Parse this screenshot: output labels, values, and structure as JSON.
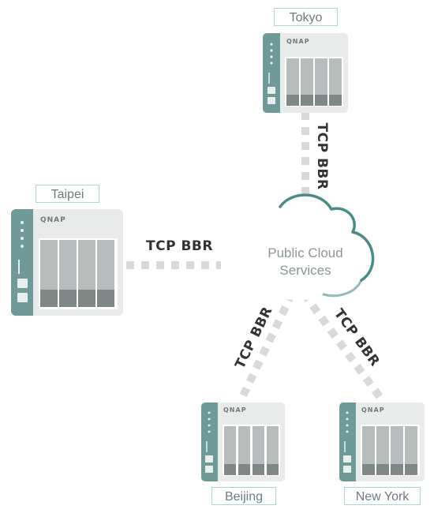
{
  "nodes": {
    "tokyo": {
      "label": "Tokyo",
      "brand": "QNAP"
    },
    "taipei": {
      "label": "Taipei",
      "brand": "QNAP"
    },
    "beijing": {
      "label": "Beijing",
      "brand": "QNAP"
    },
    "newyork": {
      "label": "New York",
      "brand": "QNAP"
    }
  },
  "cloud": {
    "line1": "Public Cloud",
    "line2": "Services"
  },
  "links": {
    "tokyo": "TCP BBR",
    "taipei": "TCP BBR",
    "beijing": "TCP BBR",
    "newyork": "TCP BBR"
  },
  "colors": {
    "teal": "#6f9a98",
    "body": "#e9eaea",
    "bay": "#b7bcbc",
    "bay_dark": "#7f8886",
    "dash": "#d9d9d9",
    "cloud_stroke": "#4a8c88"
  }
}
